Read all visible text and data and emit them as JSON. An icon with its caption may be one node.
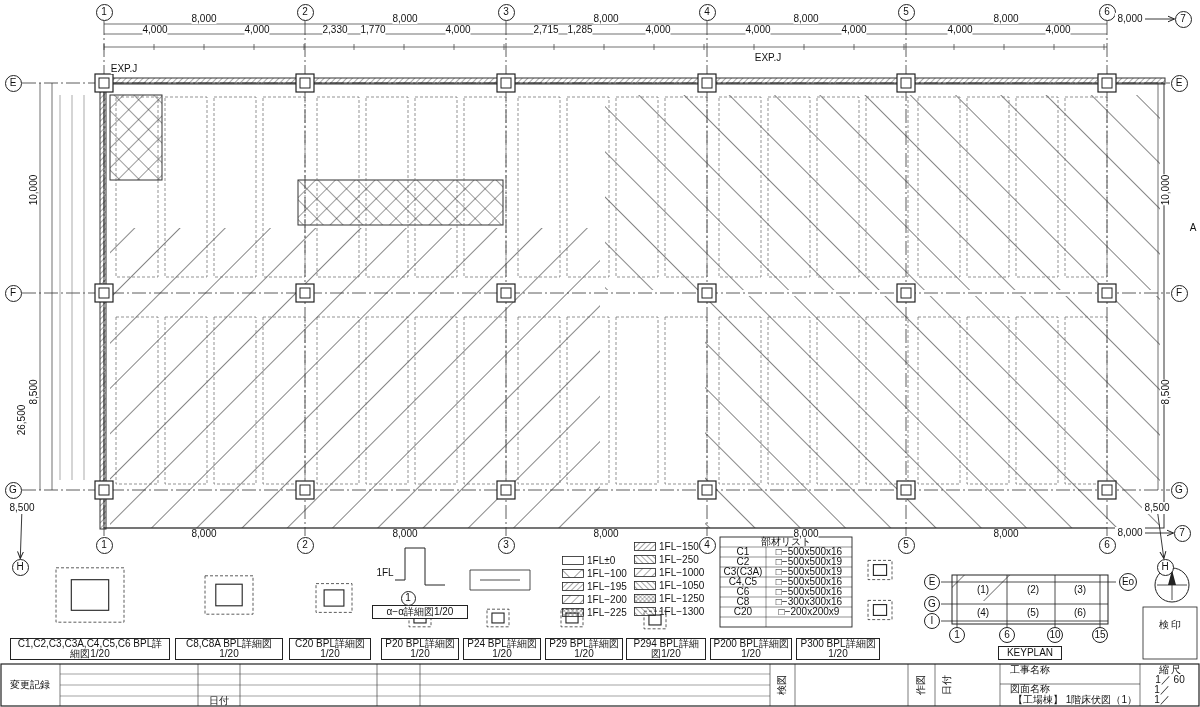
{
  "diagram": {
    "nodes": [
      {
        "text": [
          "1"
        ]
      },
      {
        "text": [
          "2"
        ]
      },
      {
        "text": [
          "3"
        ]
      },
      {
        "text": [
          "4"
        ]
      },
      {
        "text": [
          "5"
        ]
      },
      {
        "text": [
          "6"
        ]
      },
      {
        "text": [
          "7"
        ]
      },
      {
        "text": [
          "E"
        ]
      },
      {
        "text": [
          "E"
        ]
      },
      {
        "text": [
          "F"
        ]
      },
      {
        "text": [
          "F"
        ]
      },
      {
        "text": [
          "G"
        ]
      },
      {
        "text": [
          "G"
        ]
      },
      {
        "text": [
          "H"
        ]
      },
      {
        "text": [
          "H"
        ]
      },
      {
        "text": [
          "1"
        ]
      },
      {
        "text": [
          "2"
        ]
      },
      {
        "text": [
          "3"
        ]
      },
      {
        "text": [
          "4"
        ]
      },
      {
        "text": [
          "5"
        ]
      },
      {
        "text": [
          "6"
        ]
      },
      {
        "text": [
          "7"
        ]
      },
      {
        "text": [
          "α−α詳細図1/20"
        ]
      },
      {
        "text": [
          "1"
        ]
      },
      {
        "text": [
          "C1,C2,C3,C3A,C4,C5,C6 BPL詳細図1/20"
        ]
      },
      {
        "text": [
          "C8,C8A BPL詳細図1/20"
        ]
      },
      {
        "text": [
          "C20 BPL詳細図1/20"
        ]
      },
      {
        "text": [
          "P20 BPL詳細図1/20"
        ]
      },
      {
        "text": [
          "P24 BPL詳細図1/20"
        ]
      },
      {
        "text": [
          "P29 BPL詳細図1/20"
        ]
      },
      {
        "text": [
          "P294 BPL詳細図1/20"
        ]
      },
      {
        "text": [
          "P200 BPL詳細図1/20"
        ]
      },
      {
        "text": [
          "P300 BPL詳細図1/20"
        ]
      },
      {
        "text": [
          "(1)"
        ]
      },
      {
        "text": [
          "(2)"
        ]
      },
      {
        "text": [
          "(3)"
        ]
      },
      {
        "text": [
          "(4)"
        ]
      },
      {
        "text": [
          "(5)"
        ]
      },
      {
        "text": [
          "(6)"
        ]
      },
      {
        "text": [
          "E"
        ]
      },
      {
        "text": [
          "Eo"
        ]
      },
      {
        "text": [
          "G"
        ]
      },
      {
        "text": [
          "I"
        ]
      },
      {
        "text": [
          "1"
        ]
      },
      {
        "text": [
          "6"
        ]
      },
      {
        "text": [
          "10"
        ]
      },
      {
        "text": [
          "15"
        ]
      },
      {
        "text": [
          "KEYPLAN"
        ]
      },
      {
        "text": [
          "8,000"
        ]
      },
      {
        "text": [
          "8,000"
        ]
      },
      {
        "text": [
          "8,500"
        ]
      },
      {
        "text": [
          "8,500"
        ]
      }
    ],
    "edges": [
      {
        "from": 48,
        "to": 6,
        "arrow": "to"
      },
      {
        "from": 49,
        "to": 21,
        "arrow": "to"
      },
      {
        "from": 50,
        "to": 13,
        "arrow": "to"
      },
      {
        "from": 51,
        "to": 14,
        "arrow": "to"
      }
    ],
    "labels": [
      "8,000",
      "8,000",
      "8,000",
      "8,000",
      "8,000",
      "4,000",
      "4,000",
      "2,330",
      "1,770",
      "4,000",
      "2,715",
      "1,285",
      "4,000",
      "4,000",
      "4,000",
      "4,000",
      "4,000",
      "10,000",
      "8,500",
      "26,500",
      "10,000",
      "8,500",
      "8,000",
      "8,000",
      "8,000",
      "8,000",
      "8,000",
      "EXP.J",
      "EXP.J",
      "A",
      "1FL",
      "部材リスト",
      "C1",
      "□−500x500x16",
      "C2",
      "□−500x500x19",
      "C3(C3A)",
      "□−500x500x19",
      "C4,C5",
      "□−500x500x16",
      "C6",
      "□−500x500x16",
      "C8",
      "□−300x300x16",
      "C20",
      "□−200x200x9",
      "工事名称",
      "図面名称",
      "【工場棟】 1階床伏図（1）",
      "縮 尺",
      "1／ 60",
      "1／",
      "1／",
      "変更記録",
      "日付",
      "検図",
      "作図",
      "日付",
      "検 印"
    ],
    "legend": [
      {
        "text": "1FL±0"
      },
      {
        "text": "1FL−100"
      },
      {
        "text": "1FL−195"
      },
      {
        "text": "1FL−200"
      },
      {
        "text": "1FL−225"
      },
      {
        "text": "1FL−150"
      },
      {
        "text": "1FL−250"
      },
      {
        "text": "1FL−1000"
      },
      {
        "text": "1FL−1050"
      },
      {
        "text": "1FL−1250"
      },
      {
        "text": "1FL−1300"
      }
    ]
  }
}
